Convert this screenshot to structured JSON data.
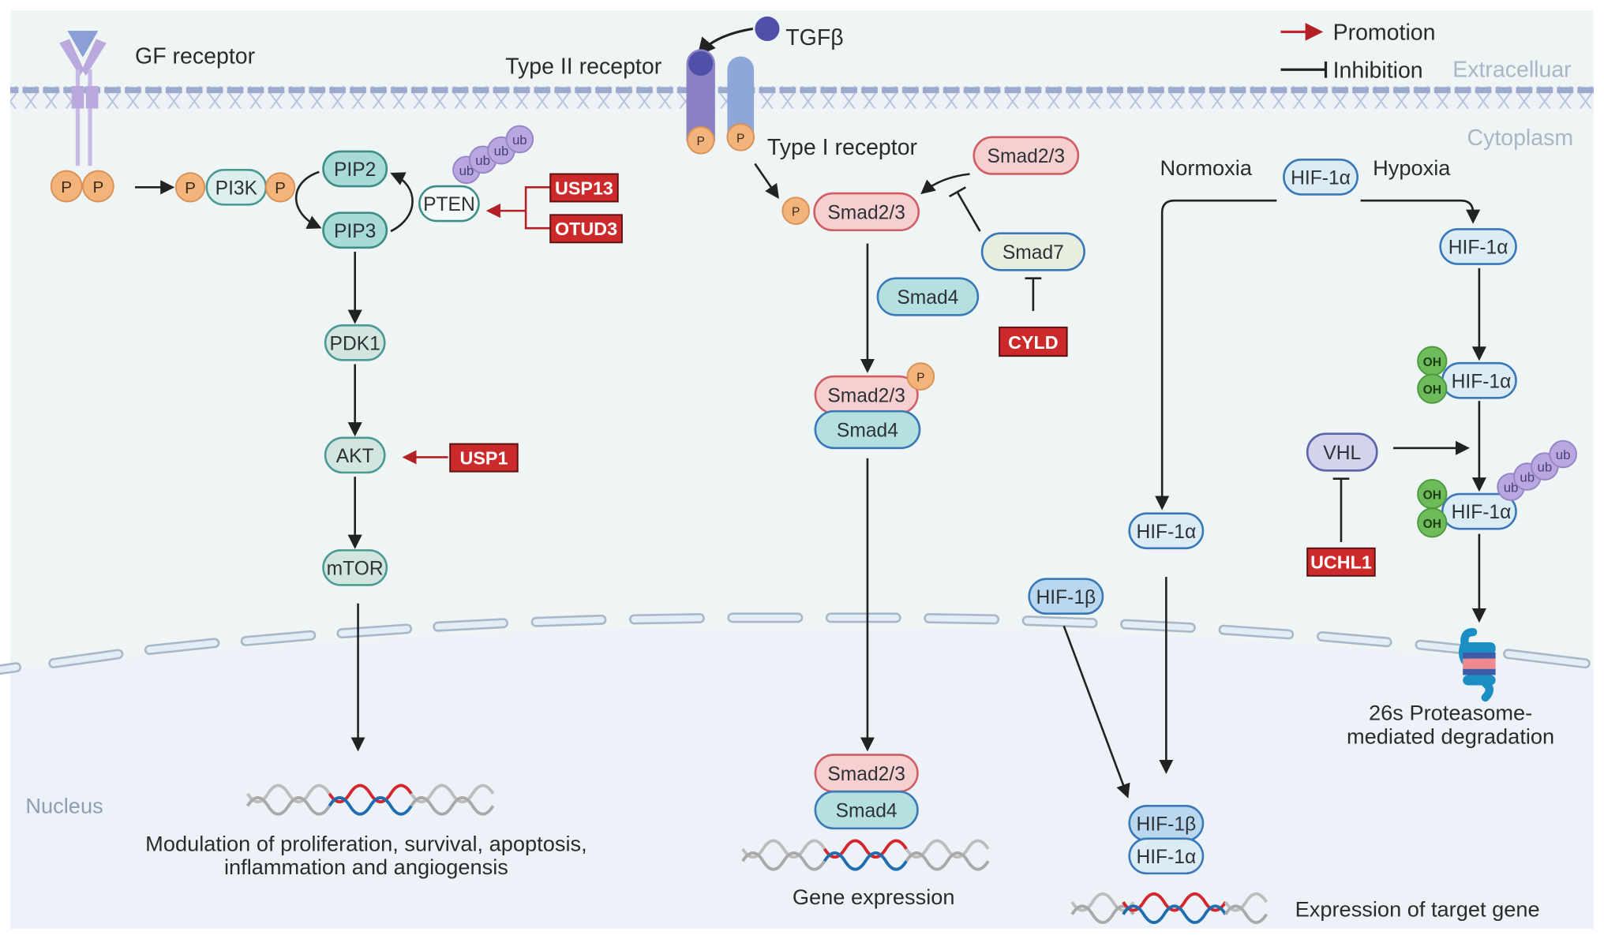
{
  "legend": {
    "promotion": "Promotion",
    "inhibition": "Inhibition",
    "promotion_color": "#c0282d",
    "inhibition_color": "#222222"
  },
  "regions": {
    "extracellular": "Extracelluar",
    "cytoplasm": "Cytoplasm",
    "nucleus": "Nucleus"
  },
  "colors": {
    "cytoplasm_bg": "#eff5f4",
    "nucleus_bg": "#edf2f9",
    "membrane": "#8fa0c8",
    "red_box": "#cc2a2a",
    "phospho": "#f3b47c",
    "ub": "#b9a8df",
    "oh": "#6dbb5a"
  },
  "pi3k_pathway": {
    "receptor_label": "GF receptor",
    "phospho": "P",
    "pi3k": "PI3K",
    "pip2": "PIP2",
    "pip3": "PIP3",
    "pten": "PTEN",
    "ub": "ub",
    "usp13": "USP13",
    "otud3": "OTUD3",
    "pdk1": "PDK1",
    "akt": "AKT",
    "usp1": "USP1",
    "mtor": "mTOR",
    "outcome_line1": "Modulation of proliferation, survival, apoptosis,",
    "outcome_line2": "inflammation and angiogensis"
  },
  "tgf_pathway": {
    "ligand": "TGFβ",
    "type2_label": "Type II receptor",
    "type1_label": "Type I receptor",
    "smad23": "Smad2/3",
    "smad4": "Smad4",
    "smad7": "Smad7",
    "cyld": "CYLD",
    "outcome": "Gene expression"
  },
  "hif_pathway": {
    "normoxia": "Normoxia",
    "hypoxia": "Hypoxia",
    "hif1a": "HIF-1α",
    "hif1b": "HIF-1β",
    "oh": "OH",
    "vhl": "VHL",
    "uchl1": "UCHL1",
    "proteasome_line1": "26s Proteasome-",
    "proteasome_line2": "mediated degradation",
    "outcome": "Expression of target gene"
  }
}
